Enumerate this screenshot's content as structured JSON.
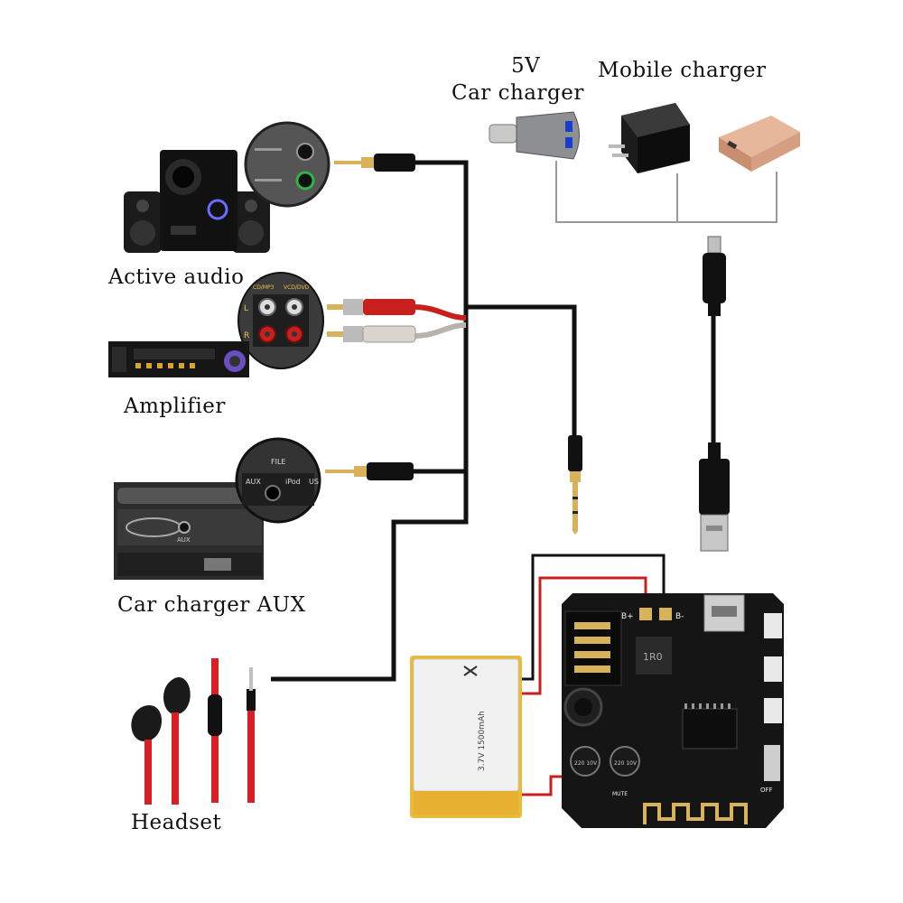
{
  "labels": {
    "car_charger_voltage": "5V",
    "car_charger": "Car charger",
    "mobile_charger": "Mobile charger",
    "active_audio": "Active audio",
    "amplifier": "Amplifier",
    "car_charger_aux": "Car charger AUX",
    "headset": "Headset"
  },
  "panel_text": {
    "aux_panel_file": "FILE",
    "aux_panel_aux": "AUX",
    "aux_panel_ipod": "iPod",
    "aux_panel_us": "US",
    "rca_left": "L",
    "rca_right": "R",
    "rca_top_1": "CD/MP3",
    "rca_top_2": "VCD/DVD",
    "car_aux_small": "AUX",
    "board_b_plus": "B+",
    "board_b_minus": "B-",
    "board_inductor": "1R0",
    "board_cap_1": "220 10V",
    "board_cap_2": "220 10V",
    "board_mute": "MUTE",
    "board_off": "OFF",
    "battery_spec": "3.7V 1500mAh"
  },
  "colors": {
    "wire": "#111111",
    "rca_red": "#c8201c",
    "rca_white": "#d9d5cc",
    "board": "#151515",
    "battery": "#e9b93a",
    "headset_red": "#d81f26",
    "gold": "#d8b25a"
  }
}
